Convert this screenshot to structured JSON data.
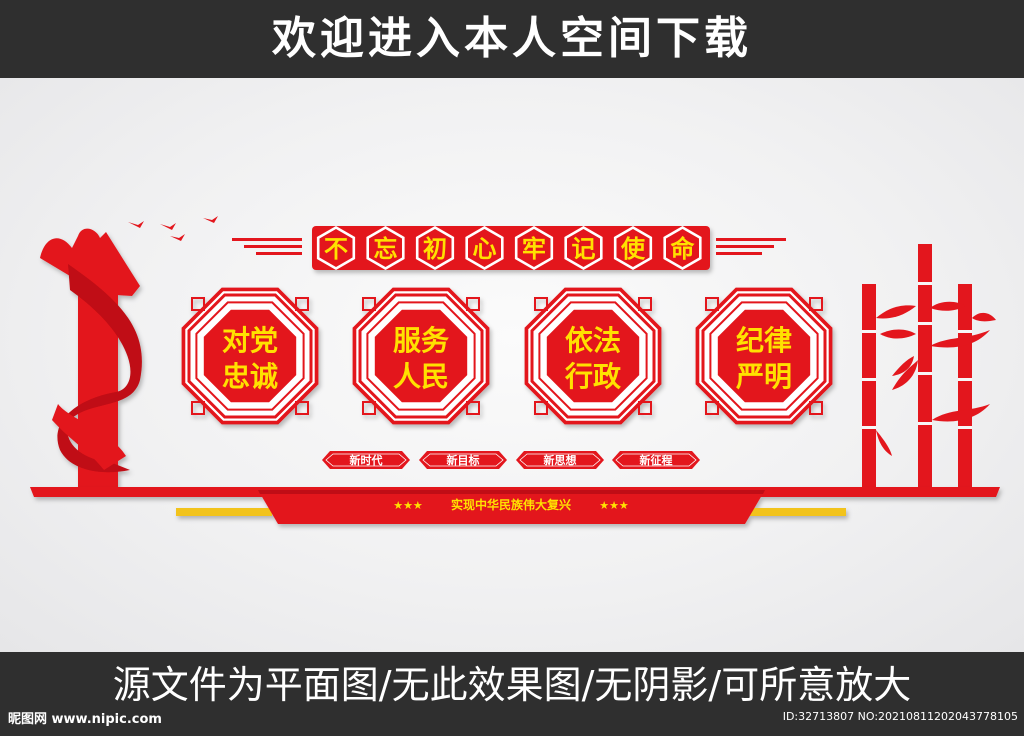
{
  "header": {
    "title": "欢迎进入本人空间下载"
  },
  "banner": {
    "characters": [
      "不",
      "忘",
      "初",
      "心",
      "牢",
      "记",
      "使",
      "命"
    ]
  },
  "panels": [
    {
      "line1": "对党",
      "line2": "忠诚"
    },
    {
      "line1": "服务",
      "line2": "人民"
    },
    {
      "line1": "依法",
      "line2": "行政"
    },
    {
      "line1": "纪律",
      "line2": "严明"
    }
  ],
  "ribbons": [
    "新时代",
    "新目标",
    "新思想",
    "新征程"
  ],
  "slogan": {
    "text": "实现中华民族伟大复兴",
    "stars_left": "★★★",
    "stars_right": "★★★"
  },
  "footer": {
    "caption": "源文件为平面图/无此效果图/无阴影/可所意放大",
    "brand": "昵图网 www.nipic.com",
    "id_text": "ID:32713807 NO:20210811202043778105"
  },
  "colors": {
    "red": "#e3161d",
    "dark_red": "#c00d12",
    "gold": "#ffe100",
    "yellow_accent": "#f2c31c",
    "bar": "#2f2f2f"
  }
}
